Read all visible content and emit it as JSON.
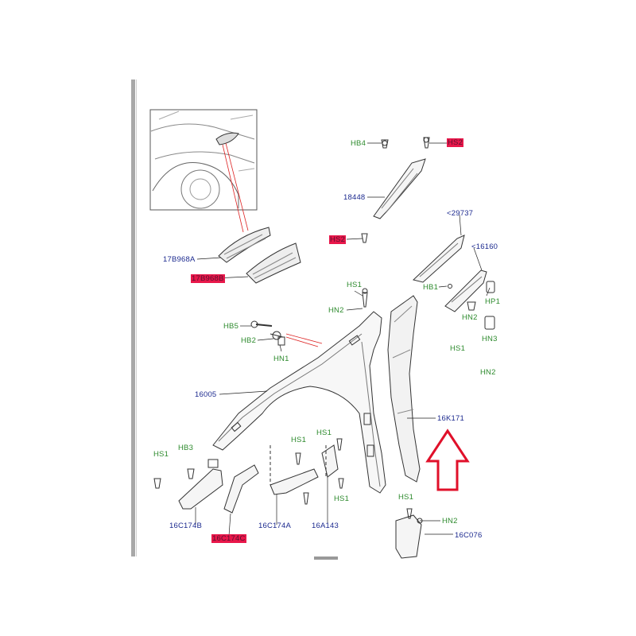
{
  "diagram": {
    "callouts": {
      "hb4": "HB4",
      "hs2_top": "HS2",
      "p18448": "18448",
      "hs2_mid": "HS2",
      "p29737": "<29737",
      "p16160": "<16160",
      "hb1": "HB1",
      "hp1": "HP1",
      "hn2_r1": "HN2",
      "hn3": "HN3",
      "hs1_r": "HS1",
      "hn2_r2": "HN2",
      "p17b968a": "17B968A",
      "p17b968b": "17B968B",
      "hs1_top": "HS1",
      "hn2_top": "HN2",
      "hb5": "HB5",
      "hb2": "HB2",
      "hn1": "HN1",
      "p16005": "16005",
      "p16k171": "16K171",
      "hs1_a": "HS1",
      "hb3": "HB3",
      "hs1_b": "HS1",
      "hs1_c": "HS1",
      "hs1_d": "HS1",
      "p16c174b": "16C174B",
      "p16c174c": "16C174C",
      "p16c174a": "16C174A",
      "p16a143": "16A143",
      "hs1_e": "HS1",
      "hn2_e": "HN2",
      "p16c076": "16C076"
    },
    "colors": {
      "green_callout": "#2e8b2e",
      "blue_part_number": "#1c2a8f",
      "highlight": "#e8174a",
      "arrow": "#e0102a"
    },
    "annotation": "red-up-arrow"
  }
}
